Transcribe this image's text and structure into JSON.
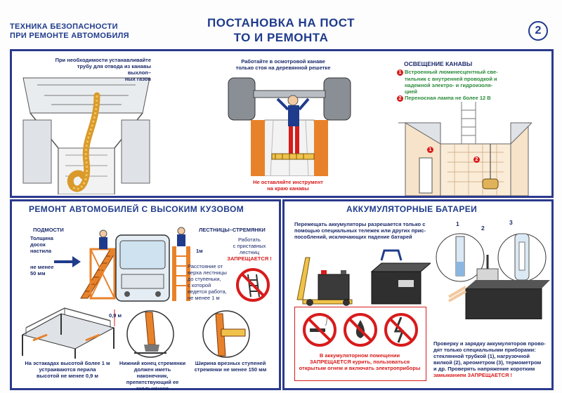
{
  "header": {
    "left_line1": "ТЕХНИКА БЕЗОПАСНОСТИ",
    "left_line2": "ПРИ РЕМОНТЕ АВТОМОБИЛЯ",
    "title_line1": "ПОСТАНОВКА НА ПОСТ",
    "title_line2": "ТО И РЕМОНТА",
    "sheet_number": "2"
  },
  "top": {
    "exhaust_text_1": "При необходимости устанавливайте",
    "exhaust_text_2": "трубу для отвода из канавы выхлоп–",
    "exhaust_text_3": "ных газов",
    "pit_text_1": "Работайте в осмотровой канаве",
    "pit_text_2": "только стоя на деревянной решетке",
    "tool_warn_1": "Не оставляйте инструмент",
    "tool_warn_2": "на краю канавы",
    "lighting_title": "ОСВЕЩЕНИЕ КАНАВЫ",
    "lighting_item1_num": "1",
    "lighting_item1_1": "Встроенный люминесцентный све-",
    "lighting_item1_2": "тильник с внутренней проводкой и",
    "lighting_item1_3": "надежной электро- и гидроизоля-",
    "lighting_item1_4": "цией",
    "lighting_item2_num": "2",
    "lighting_item2": "Переносная лампа не более 12 В",
    "marker1": "1",
    "marker2": "2"
  },
  "left": {
    "title": "РЕМОНТ АВТОМОБИЛЕЙ С ВЫСОКИМ КУЗОВОМ",
    "scaffold_label": "ПОДМОСТИ",
    "board_1": "Толщина",
    "board_2": "досок",
    "board_3": "настила",
    "board_4": "не менее",
    "board_5": "50 мм",
    "ladder_label": "ЛЕСТНИЦЫ–СТРЕМЯНКИ",
    "height_mark": "1м",
    "ladder_warn_1": "Работать",
    "ladder_warn_2": "с приставных",
    "ladder_warn_3": "лестниц",
    "ladder_warn_4": "ЗАПРЕЩАЕТСЯ !",
    "dist_1": "Расстояние от",
    "dist_2": "верха лестницы",
    "dist_3": "до ступеньки,",
    "dist_4": "с которой",
    "dist_5": "ведется работа,",
    "dist_6": "не менее 1 м",
    "trestle_mark": "0,9 м",
    "trestle_1": "На эстакадах высотой более 1 м",
    "trestle_2": "устраиваются перила",
    "trestle_3": "высотой не менее 0,9 м",
    "foot_1": "Нижний конец стремянки",
    "foot_2": "должен иметь наконечник,",
    "foot_3": "препятствующий ее скольжению",
    "step_1": "Ширина врезных ступеней",
    "step_2": "стремянки не менее 150 мм"
  },
  "right": {
    "title": "АККУМУЛЯТОРНЫЕ БАТАРЕИ",
    "move_1": "Перемещать аккумуляторы разрешается только с",
    "move_2": "помощью специальных тележек или других прис-",
    "move_3": "пособлений, исключающих падение батарей",
    "num1": "1",
    "num2": "2",
    "num3": "3",
    "room_1": "В аккумуляторном помещении",
    "room_2": "ЗАПРЕЩАЕТСЯ курить, пользоваться",
    "room_3": "открытым огнем и включать электроприборы",
    "check_1": "Проверку и зарядку аккумуляторов прово-",
    "check_2": "дят только специальными приборами:",
    "check_3": "стеклянной трубкой (1), нагрузочной",
    "check_4": "вилкой (2), ареометром (3), термометром",
    "check_5": "и др. Проверять напряжение коротким",
    "check_6": "замыканием ЗАПРЕЩАЕТСЯ !"
  },
  "colors": {
    "frame": "#2b3a8c",
    "title_blue": "#1f3b8c",
    "warning_red": "#d81b1b",
    "green_text": "#2a8c3a",
    "pit_orange": "#e8822a"
  }
}
